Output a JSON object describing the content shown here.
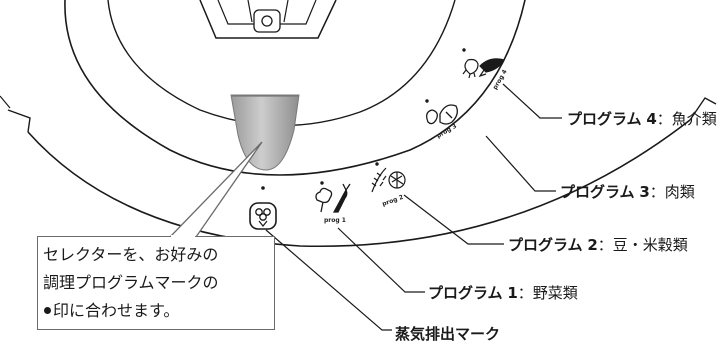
{
  "programs": [
    {
      "name": "プログラム",
      "number": "1",
      "desc": "野菜類",
      "mark_text": "prog 1"
    },
    {
      "name": "プログラム",
      "number": "2",
      "desc": "豆・米穀類",
      "mark_text": "prog 2"
    },
    {
      "name": "プログラム",
      "number": "3",
      "desc": "肉類",
      "mark_text": "prog 3"
    },
    {
      "name": "プログラム",
      "number": "4",
      "desc": "魚介類",
      "mark_text": "prog 4"
    }
  ],
  "separator": "：",
  "steam_label": "蒸気排出マーク",
  "callout": {
    "line1": "セレクターを、お好みの",
    "line2": "調理プログラムマークの",
    "line3": "印に合わせます。"
  },
  "icons": {
    "p1": "vegetable-icon",
    "p2": "grain-bean-icon",
    "p3": "meat-icon",
    "p4": "seafood-icon",
    "steam": "steam-release-icon"
  },
  "colors": {
    "line": "#1a1a1a",
    "callout_border": "#6b6b6b",
    "selector": "#b5b5b5"
  }
}
